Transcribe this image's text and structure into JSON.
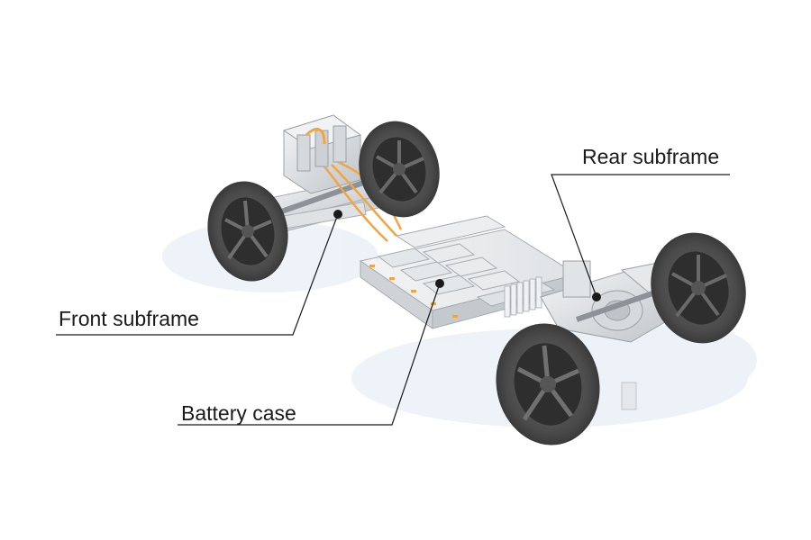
{
  "callouts": {
    "rear_subframe": "Rear subframe",
    "front_subframe": "Front subframe",
    "battery_case": "Battery case"
  },
  "colors": {
    "tire": "#4a4a4a",
    "tire_tread": "#5e5e5e",
    "rim": "#2b2b2b",
    "rim_spoke": "#6a6a6a",
    "metal_light": "#e8eaec",
    "metal_mid": "#c9cdd1",
    "metal_dark": "#9aa0a6",
    "battery_top": "#ecedee",
    "battery_side": "#d6d9dc",
    "cable_orange": "#f0a640",
    "leader_line": "#1a1a1a",
    "shadow": "#e6eef7"
  }
}
